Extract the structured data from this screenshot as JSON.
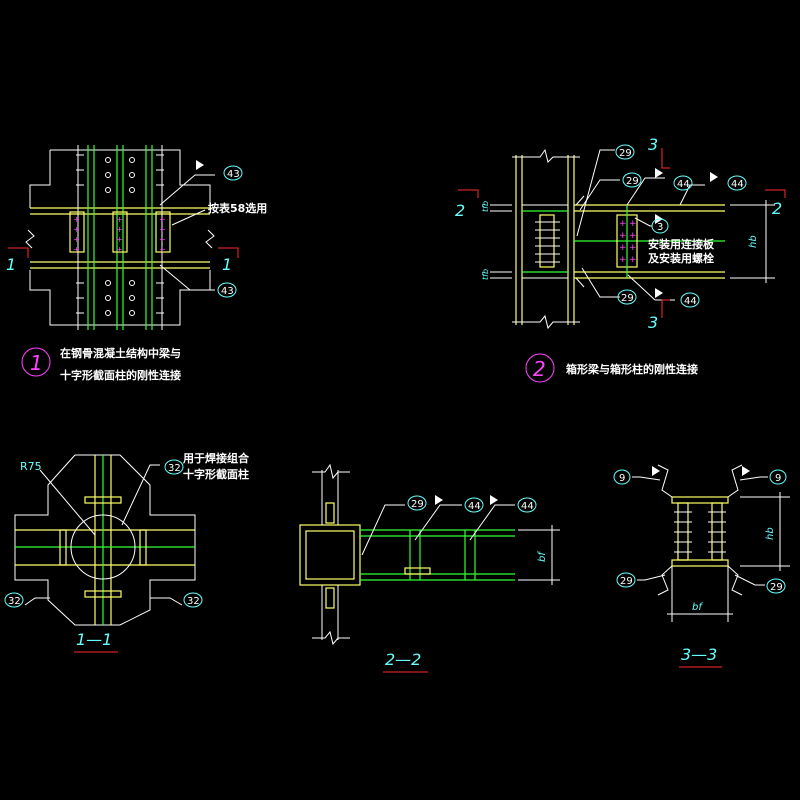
{
  "colors": {
    "background": "#000000",
    "white": "#ffffff",
    "yellow": "#ffff66",
    "green": "#33ff33",
    "cyan": "#66ffff",
    "red": "#ff2a2a",
    "magenta": "#ff44ff"
  },
  "detail1": {
    "number": "1",
    "title_line1": "在钢骨混凝土结构中梁与",
    "title_line2": "十字形截面柱的刚性连接",
    "note_58": "按表58选用",
    "bubble_top": "43",
    "bubble_bottom": "43",
    "section_mark_left": "1",
    "section_mark_right": "1"
  },
  "detail2": {
    "number": "2",
    "title": "箱形梁与箱形柱的刚性连接",
    "bubbles": [
      "29",
      "29",
      "44",
      "44",
      "3",
      "29",
      "44"
    ],
    "note_line1": "安装用连接板",
    "note_line2": "及安装用螺栓",
    "section_left": "2",
    "section_right": "2",
    "section_top": "3",
    "section_bottom": "3",
    "dim_hb": "hb",
    "dim_tfb": "tfb"
  },
  "section11": {
    "label": "1—1",
    "r_label": "R75",
    "note_line1": "用于焊接组合",
    "note_line2": "十字形截面柱",
    "bubbles": [
      "32",
      "32",
      "32"
    ]
  },
  "section22": {
    "label": "2—2",
    "bubbles": [
      "29",
      "44",
      "44"
    ],
    "dim_bf": "bf"
  },
  "section33": {
    "label": "3—3",
    "bubbles": [
      "9",
      "9",
      "29",
      "29"
    ],
    "dim_hb": "hb",
    "dim_bf": "bf"
  }
}
